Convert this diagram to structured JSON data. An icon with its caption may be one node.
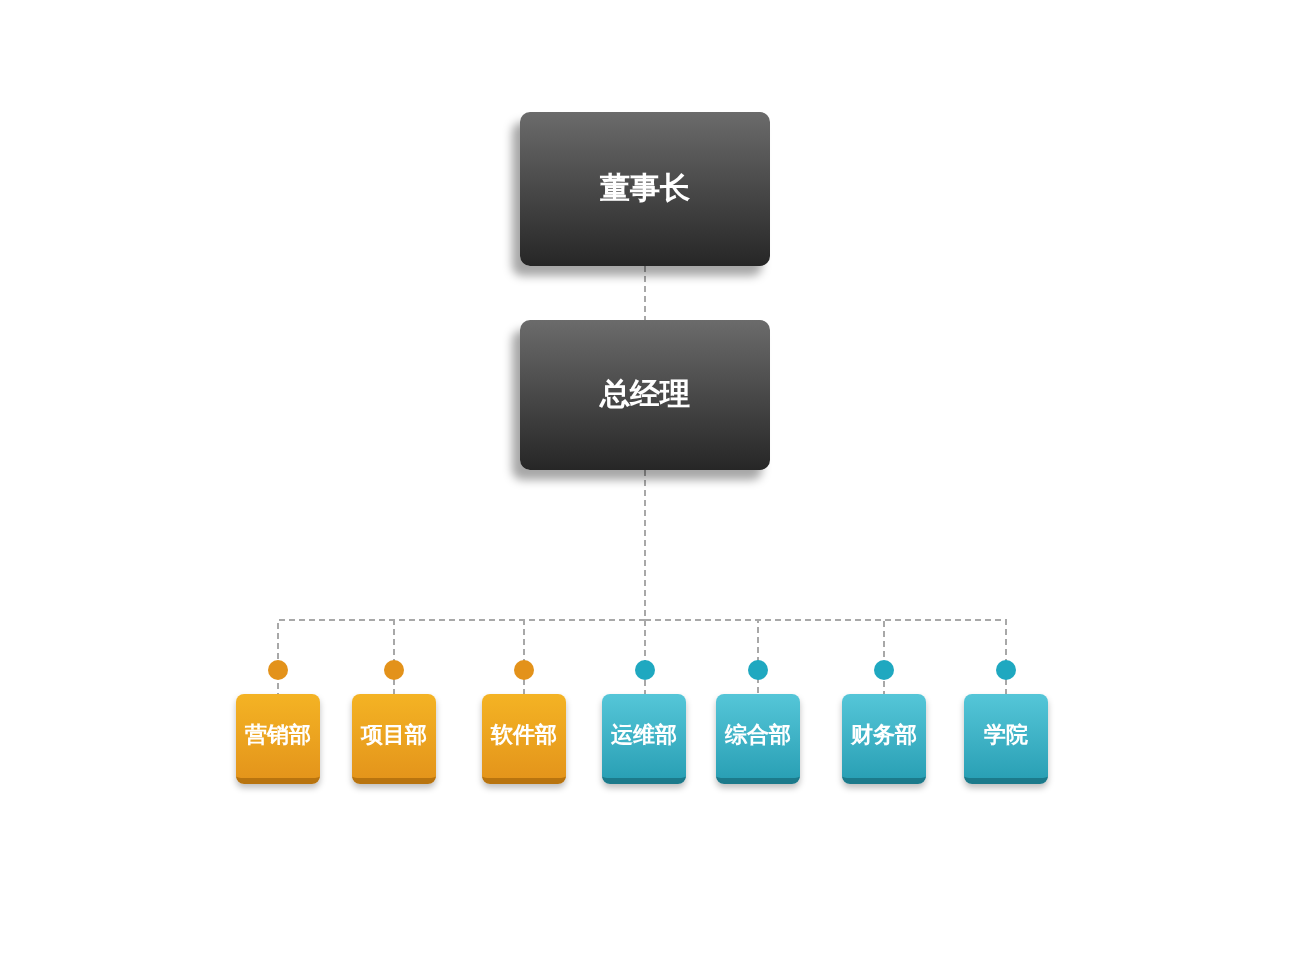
{
  "diagram": {
    "nodes": [
      {
        "text": [
          "董事长"
        ]
      },
      {
        "text": [
          "总经理"
        ]
      },
      {
        "text": [
          "营销部"
        ]
      },
      {
        "text": [
          "项目部"
        ]
      },
      {
        "text": [
          "软件部"
        ]
      },
      {
        "text": [
          "运维部"
        ]
      },
      {
        "text": [
          "综合部"
        ]
      },
      {
        "text": [
          "财务部"
        ]
      },
      {
        "text": [
          "学院"
        ]
      }
    ],
    "edges": [
      {
        "from": 0,
        "to": 1,
        "arrow": "none",
        "style": "dashed"
      },
      {
        "from": 1,
        "to": 2,
        "arrow": "other",
        "style": "dashed"
      },
      {
        "from": 1,
        "to": 3,
        "arrow": "other",
        "style": "dashed"
      },
      {
        "from": 1,
        "to": 4,
        "arrow": "other",
        "style": "dashed"
      },
      {
        "from": 1,
        "to": 5,
        "arrow": "other",
        "style": "dashed"
      },
      {
        "from": 1,
        "to": 6,
        "arrow": "other",
        "style": "dashed"
      },
      {
        "from": 1,
        "to": 7,
        "arrow": "other",
        "style": "dashed"
      },
      {
        "from": 1,
        "to": 8,
        "arrow": "other",
        "style": "dashed"
      }
    ]
  }
}
